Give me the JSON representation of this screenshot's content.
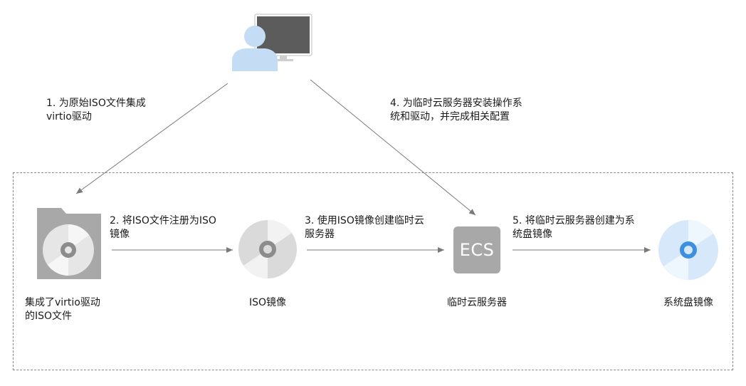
{
  "steps": {
    "s1": "1. 为原始ISO文件集成\nvirtio驱动",
    "s2": "2. 将ISO文件注册为ISO\n镜像",
    "s3": "3. 使用ISO镜像创建临时云\n服务器",
    "s4": "4. 为临时云服务器安装操作系\n统和驱动，并完成相关配置",
    "s5": "5. 将临时云服务器创建为系\n统盘镜像"
  },
  "nodes": {
    "iso_file": "集成了virtio驱动\n的ISO文件",
    "iso_image": "ISO镜像",
    "temp_server": "临时云服务器",
    "ecs_badge": "ECS",
    "system_disk_image": "系统盘镜像"
  },
  "icons": {
    "user": "user-at-computer-icon",
    "iso_file": "folder-disc-icon",
    "iso_image": "disc-icon",
    "temp_server": "ecs-server-icon",
    "system_disk_image": "blue-disc-icon"
  },
  "colors": {
    "gray_icon": "#a8a8a8",
    "monitor": "#5c5c5c",
    "user_blue": "#c4dcf4",
    "disc_blue": "#d6e8fa",
    "disc_blue_center": "#3d8fe0",
    "arrow": "#7a7a7a"
  }
}
